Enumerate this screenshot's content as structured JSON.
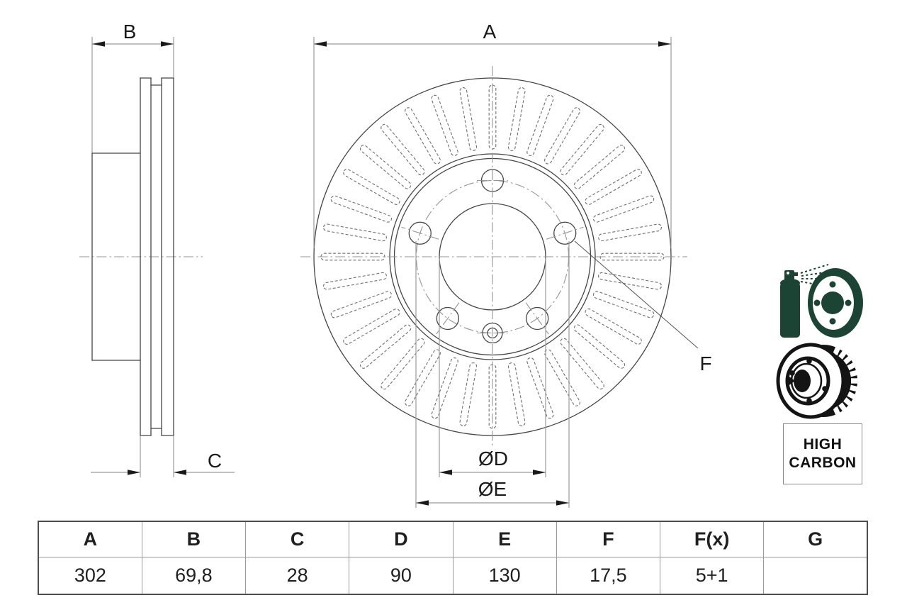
{
  "drawing": {
    "labels": {
      "outer_diameter": "A",
      "height": "B",
      "thickness": "C",
      "bore_diameter": "ØD",
      "pitch_circle_diameter": "ØE",
      "hole_diameter": "F"
    },
    "badge": {
      "line1": "HIGH",
      "line2": "CARBON"
    },
    "colors": {
      "outline": "#454545",
      "dimension": "#9b9b9b",
      "hidden_dash": "#6e6e6e",
      "centerline": "#949494",
      "arrow": "#1a1a1a",
      "icon_green": "#1c4434",
      "icon_black": "#141414"
    }
  },
  "table": {
    "headers": [
      "A",
      "B",
      "C",
      "D",
      "E",
      "F",
      "F(x)",
      "G"
    ],
    "values": [
      "302",
      "69,8",
      "28",
      "90",
      "130",
      "17,5",
      "5+1",
      ""
    ]
  }
}
